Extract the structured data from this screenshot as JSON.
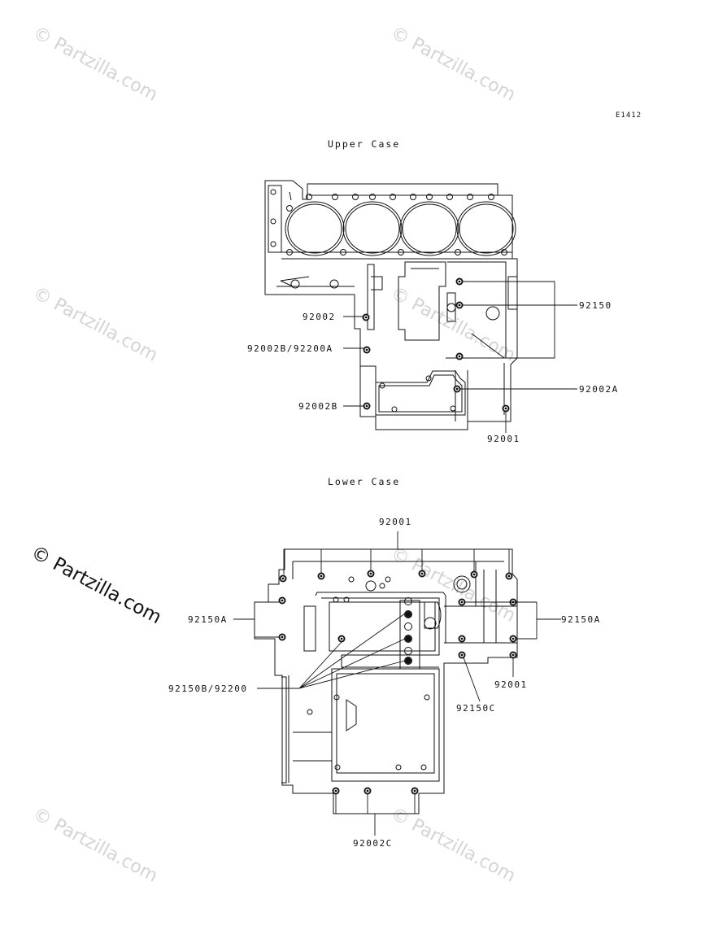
{
  "diagram_code": "E1412",
  "watermark": "© Partzilla.com",
  "upper_case": {
    "title": "Upper Case",
    "labels": {
      "l92002": "92002",
      "l92002B92200A": "92002B/92200A",
      "l92002B": "92002B",
      "l92150": "92150",
      "l92002A": "92002A",
      "l92001": "92001"
    }
  },
  "lower_case": {
    "title": "Lower Case",
    "labels": {
      "l92001_top": "92001",
      "l92150A_left": "92150A",
      "l92150A_right": "92150A",
      "l92150B92200": "92150B/92200",
      "l92001_right": "92001",
      "l92150C": "92150C",
      "l92002C": "92002C"
    }
  },
  "colors": {
    "line": "#111111",
    "watermark": "#d4d4d4"
  }
}
